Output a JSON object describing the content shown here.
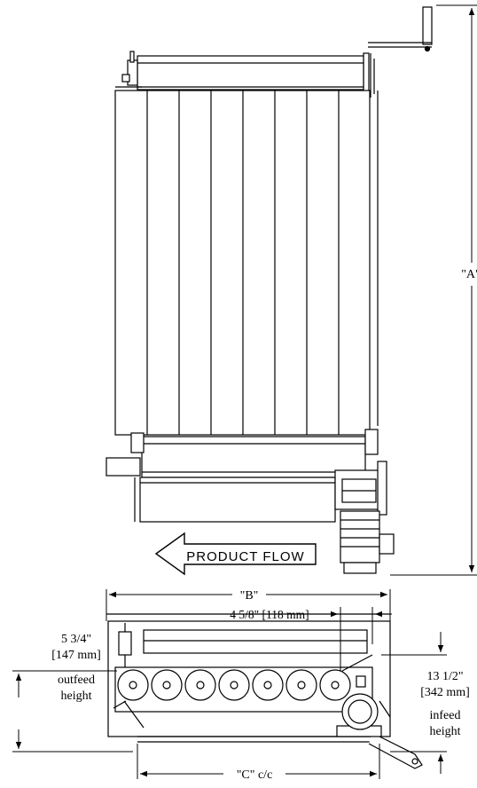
{
  "top_view": {
    "dim_a_label": "\"A\"",
    "flow_label": "PRODUCT FLOW"
  },
  "side_view": {
    "dim_b_label": "\"B\"",
    "dim_c_label": "\"C\" c/c",
    "roller_offset_label": "4 5/8\" [118 mm]",
    "outfeed": {
      "line1": "5 3/4\"",
      "line2": "[147 mm]",
      "line3": "outfeed",
      "line4": "height"
    },
    "infeed": {
      "line1": "13 1/2\"",
      "line2": "[342 mm]",
      "line3": "infeed",
      "line4": "height"
    },
    "roller_count": 7
  }
}
